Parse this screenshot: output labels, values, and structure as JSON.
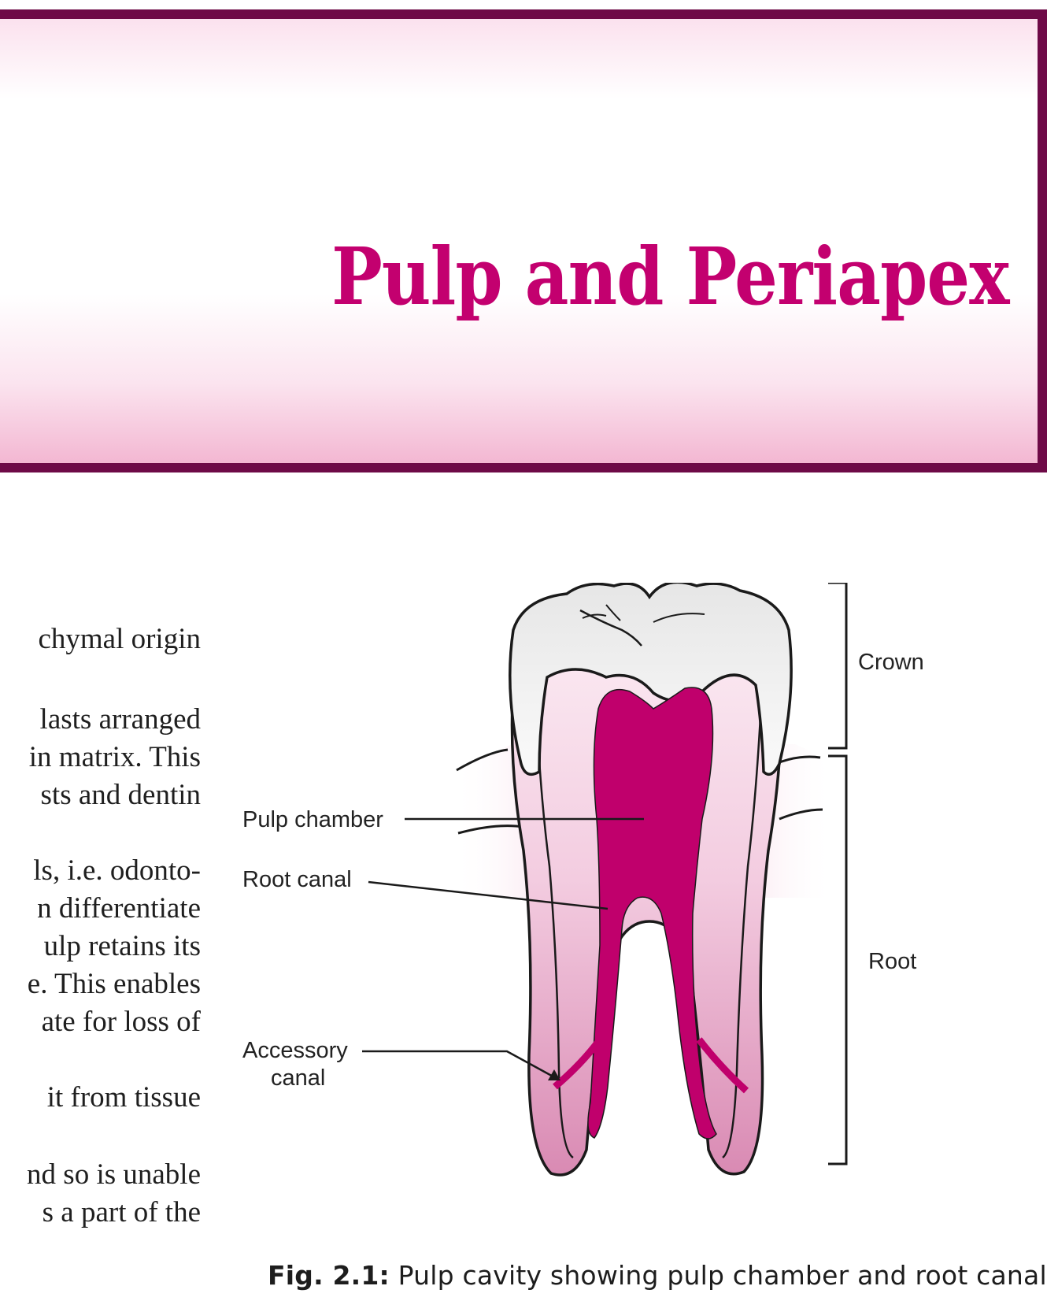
{
  "chapter": {
    "title": "Pulp and Periapex"
  },
  "body_text": {
    "lines": [
      "chymal origin",
      "lasts arranged",
      "in matrix. This",
      "sts and dentin",
      "ls, i.e. odonto-",
      "n differentiate",
      "ulp retains its",
      "e. This enables",
      "ate for loss of",
      "it from tissue",
      "nd so is unable",
      "s a part of the"
    ]
  },
  "figure": {
    "labels": {
      "crown": "Crown",
      "root": "Root",
      "pulp_chamber": "Pulp chamber",
      "root_canal": "Root canal",
      "accessory_canal_1": "Accessory",
      "accessory_canal_2": "canal"
    },
    "caption_number": "Fig. 2.1:",
    "caption_text": " Pulp cavity showing pulp chamber and root canal",
    "colors": {
      "pulp": "#c0006c",
      "dentin_pink": "#f2c6dc",
      "root_cementum": "#d98ab3",
      "gum": "#f6d2e3",
      "enamel": "#f4f4f4",
      "outline": "#1a1a1a"
    }
  }
}
